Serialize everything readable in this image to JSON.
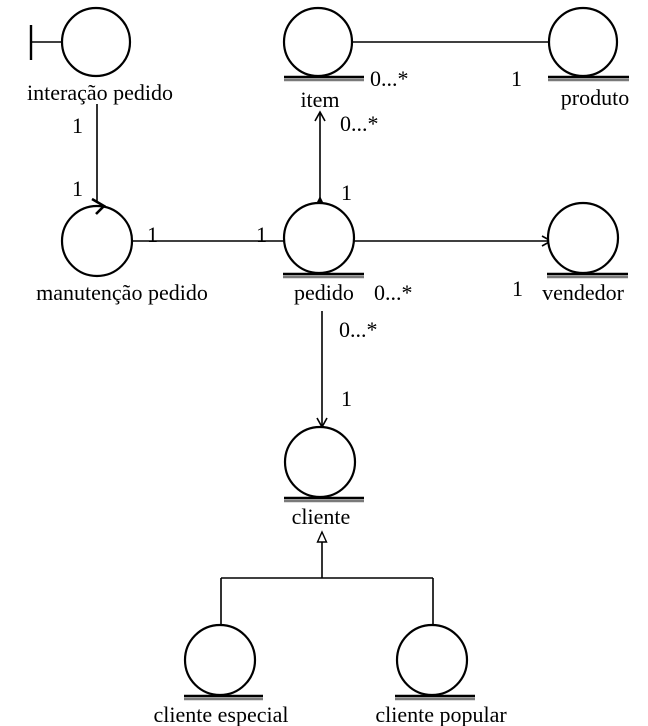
{
  "nodes": {
    "interacao_pedido": {
      "type": "boundary",
      "label": "interação pedido"
    },
    "item": {
      "type": "entity",
      "label": "item"
    },
    "produto": {
      "type": "entity",
      "label": "produto"
    },
    "manutencao_pedido": {
      "type": "control",
      "label": "manutenção pedido"
    },
    "pedido": {
      "type": "entity",
      "label": "pedido"
    },
    "vendedor": {
      "type": "entity",
      "label": "vendedor"
    },
    "cliente": {
      "type": "entity",
      "label": "cliente"
    },
    "cliente_especial": {
      "type": "entity",
      "label": "cliente especial"
    },
    "cliente_popular": {
      "type": "entity",
      "label": "cliente popular"
    }
  },
  "associations": {
    "item_produto": {
      "from": "item",
      "to": "produto",
      "from_multiplicity": "0...*",
      "to_multiplicity": "1"
    },
    "interacao_manutencao": {
      "from": "interacao_pedido",
      "to": "manutencao_pedido",
      "from_multiplicity": "1",
      "to_multiplicity": "1"
    },
    "manutencao_pedido_link": {
      "from": "manutencao_pedido",
      "to": "pedido",
      "from_multiplicity": "1",
      "to_multiplicity": "1"
    },
    "pedido_item": {
      "from": "pedido",
      "to": "item",
      "from_multiplicity": "1",
      "to_multiplicity": "0...*",
      "kind": "aggregation"
    },
    "pedido_vendedor": {
      "from": "pedido",
      "to": "vendedor",
      "from_multiplicity": "0...*",
      "to_multiplicity": "1",
      "directed": true
    },
    "pedido_cliente": {
      "from": "pedido",
      "to": "cliente",
      "from_multiplicity": "0...*",
      "to_multiplicity": "1",
      "directed": true
    }
  },
  "generalization": {
    "parent": "cliente",
    "children": [
      "cliente_especial",
      "cliente_popular"
    ]
  }
}
